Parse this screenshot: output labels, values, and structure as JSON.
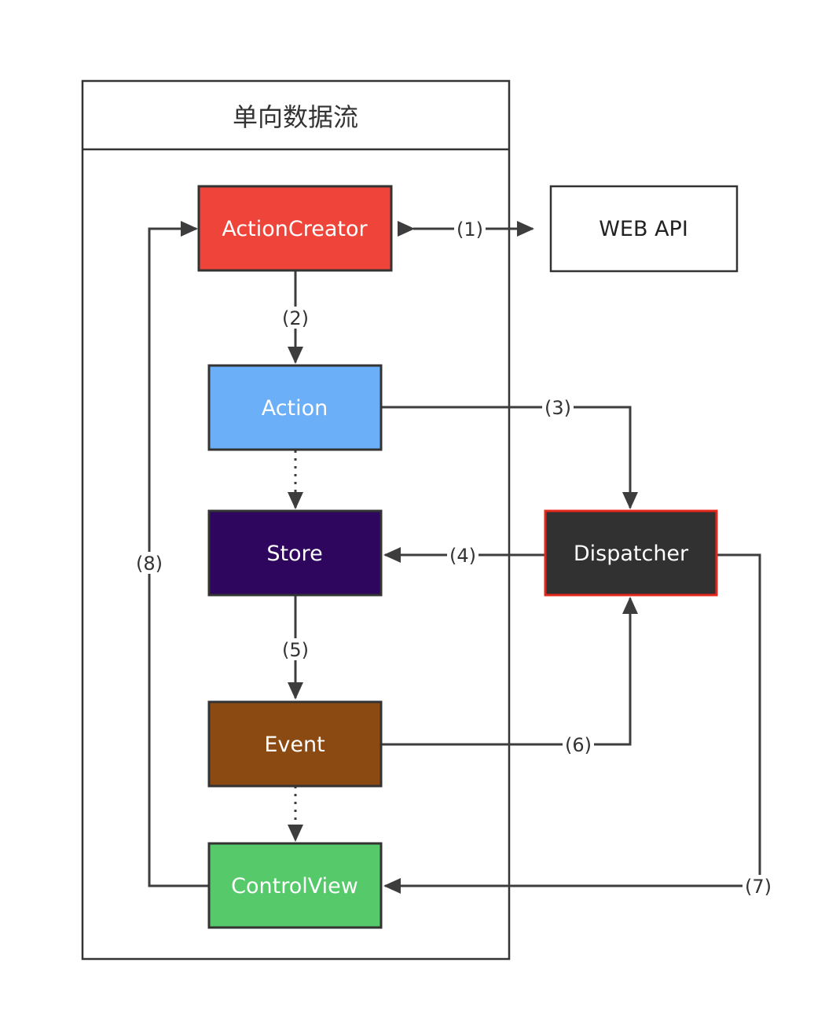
{
  "container": {
    "title": "单向数据流"
  },
  "nodes": {
    "action_creator": {
      "label": "ActionCreator",
      "fill": "#ef4439",
      "text_color": "#ffffff"
    },
    "web_api": {
      "label": "WEB API",
      "fill": "#ffffff",
      "text_color": "#222222"
    },
    "action": {
      "label": "Action",
      "fill": "#6aaff8",
      "text_color": "#ffffff"
    },
    "store": {
      "label": "Store",
      "fill": "#2e065e",
      "text_color": "#ffffff"
    },
    "dispatcher": {
      "label": "Dispatcher",
      "fill": "#313131",
      "border": "#e4271b",
      "text_color": "#ffffff"
    },
    "event": {
      "label": "Event",
      "fill": "#8b4a12",
      "text_color": "#ffffff"
    },
    "control_view": {
      "label": "ControlView",
      "fill": "#56c96b",
      "text_color": "#ffffff"
    }
  },
  "edges": {
    "e1": {
      "label": "(1)"
    },
    "e2": {
      "label": "(2)"
    },
    "e3": {
      "label": "(3)"
    },
    "e4": {
      "label": "(4)"
    },
    "e5": {
      "label": "(5)"
    },
    "e6": {
      "label": "(6)"
    },
    "e7": {
      "label": "(7)"
    },
    "e8": {
      "label": "(8)"
    }
  },
  "colors": {
    "line": "#3d3d3d",
    "border": "#333333"
  }
}
